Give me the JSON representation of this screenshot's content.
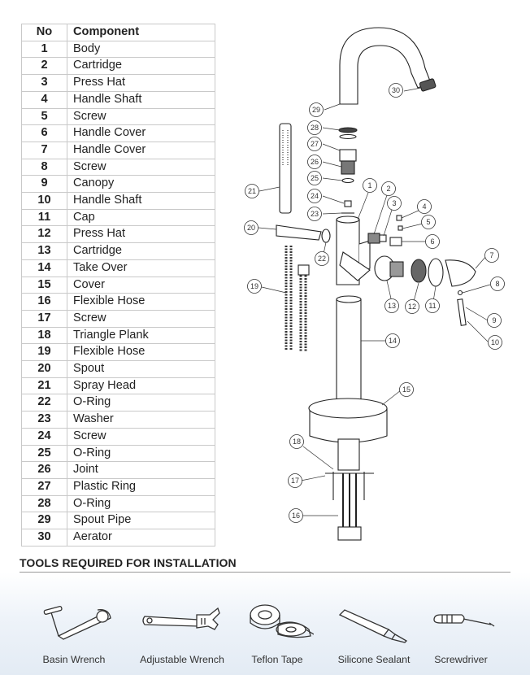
{
  "table": {
    "header_no": "No",
    "header_component": "Component",
    "rows": [
      {
        "no": "1",
        "component": "Body"
      },
      {
        "no": "2",
        "component": "Cartridge"
      },
      {
        "no": "3",
        "component": "Press Hat"
      },
      {
        "no": "4",
        "component": "Handle Shaft"
      },
      {
        "no": "5",
        "component": "Screw"
      },
      {
        "no": "6",
        "component": "Handle Cover"
      },
      {
        "no": "7",
        "component": "Handle Cover"
      },
      {
        "no": "8",
        "component": "Screw"
      },
      {
        "no": "9",
        "component": "Canopy"
      },
      {
        "no": "10",
        "component": "Handle Shaft"
      },
      {
        "no": "11",
        "component": "Cap"
      },
      {
        "no": "12",
        "component": "Press Hat"
      },
      {
        "no": "13",
        "component": "Cartridge"
      },
      {
        "no": "14",
        "component": "Take Over"
      },
      {
        "no": "15",
        "component": "Cover"
      },
      {
        "no": "16",
        "component": "Flexible Hose"
      },
      {
        "no": "17",
        "component": "Screw"
      },
      {
        "no": "18",
        "component": "Triangle Plank"
      },
      {
        "no": "19",
        "component": "Flexible Hose"
      },
      {
        "no": "20",
        "component": "Spout"
      },
      {
        "no": "21",
        "component": "Spray Head"
      },
      {
        "no": "22",
        "component": "O-Ring"
      },
      {
        "no": "23",
        "component": "Washer"
      },
      {
        "no": "24",
        "component": "Screw"
      },
      {
        "no": "25",
        "component": "O-Ring"
      },
      {
        "no": "26",
        "component": "Joint"
      },
      {
        "no": "27",
        "component": "Plastic Ring"
      },
      {
        "no": "28",
        "component": "O-Ring"
      },
      {
        "no": "29",
        "component": "Spout Pipe"
      },
      {
        "no": "30",
        "component": "Aerator"
      }
    ]
  },
  "diagram": {
    "callouts": [
      "1",
      "2",
      "3",
      "4",
      "5",
      "6",
      "7",
      "8",
      "9",
      "10",
      "11",
      "12",
      "13",
      "14",
      "15",
      "16",
      "17",
      "18",
      "19",
      "20",
      "21",
      "22",
      "23",
      "24",
      "25",
      "26",
      "27",
      "28",
      "29",
      "30"
    ]
  },
  "tools": {
    "heading": "TOOLS REQUIRED FOR INSTALLATION",
    "items": [
      {
        "label": "Basin Wrench",
        "icon": "basin-wrench-icon"
      },
      {
        "label": "Adjustable Wrench",
        "icon": "adjustable-wrench-icon"
      },
      {
        "label": "Teflon Tape",
        "icon": "teflon-tape-icon"
      },
      {
        "label": "Silicone Sealant",
        "icon": "silicone-sealant-icon"
      },
      {
        "label": "Screwdriver",
        "icon": "screwdriver-icon"
      }
    ]
  }
}
